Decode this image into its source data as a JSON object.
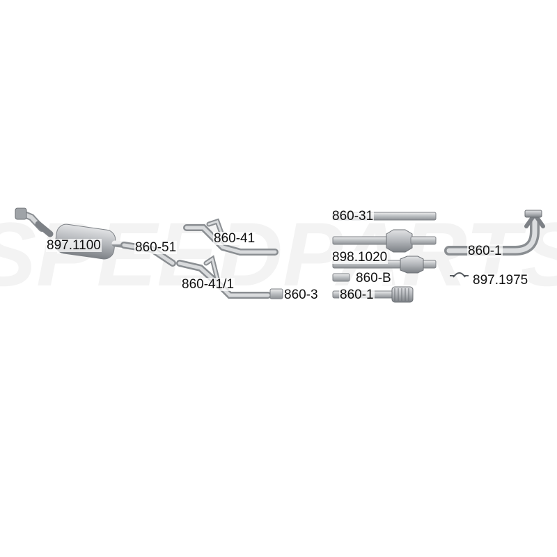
{
  "watermark_text": "SPEEDPARTS",
  "colors": {
    "pipe": "#b9bcbf",
    "pipe_dark": "#8a8e92",
    "pipe_light": "#e6e7e8",
    "label": "#111111",
    "watermark": "#f4f4f4"
  },
  "parts": [
    {
      "id": "p-897-1100",
      "label": "897.1100",
      "icon": "rear-muffler-with-tailpipe"
    },
    {
      "id": "p-860-51",
      "label": "860-51",
      "icon": "bent-pipe"
    },
    {
      "id": "p-860-41",
      "label": "860-41",
      "icon": "y-pipe"
    },
    {
      "id": "p-860-41-1",
      "label": "860-41/1",
      "icon": "y-pipe"
    },
    {
      "id": "p-860-3",
      "label": "860-3",
      "icon": "straight-pipe"
    },
    {
      "id": "p-860-31",
      "label": "860-31",
      "icon": "straight-pipe"
    },
    {
      "id": "p-898-1020",
      "label": "898.1020",
      "icon": "catalytic-converter"
    },
    {
      "id": "p-860-b",
      "label": "860-B",
      "icon": "short-pipe"
    },
    {
      "id": "p-860-1-a",
      "label": "860-1",
      "icon": "flex-pipe"
    },
    {
      "id": "p-860-1-b",
      "label": "860-1",
      "icon": "front-downpipe"
    },
    {
      "id": "p-897-1975",
      "label": "897.1975",
      "icon": "clamp"
    }
  ]
}
